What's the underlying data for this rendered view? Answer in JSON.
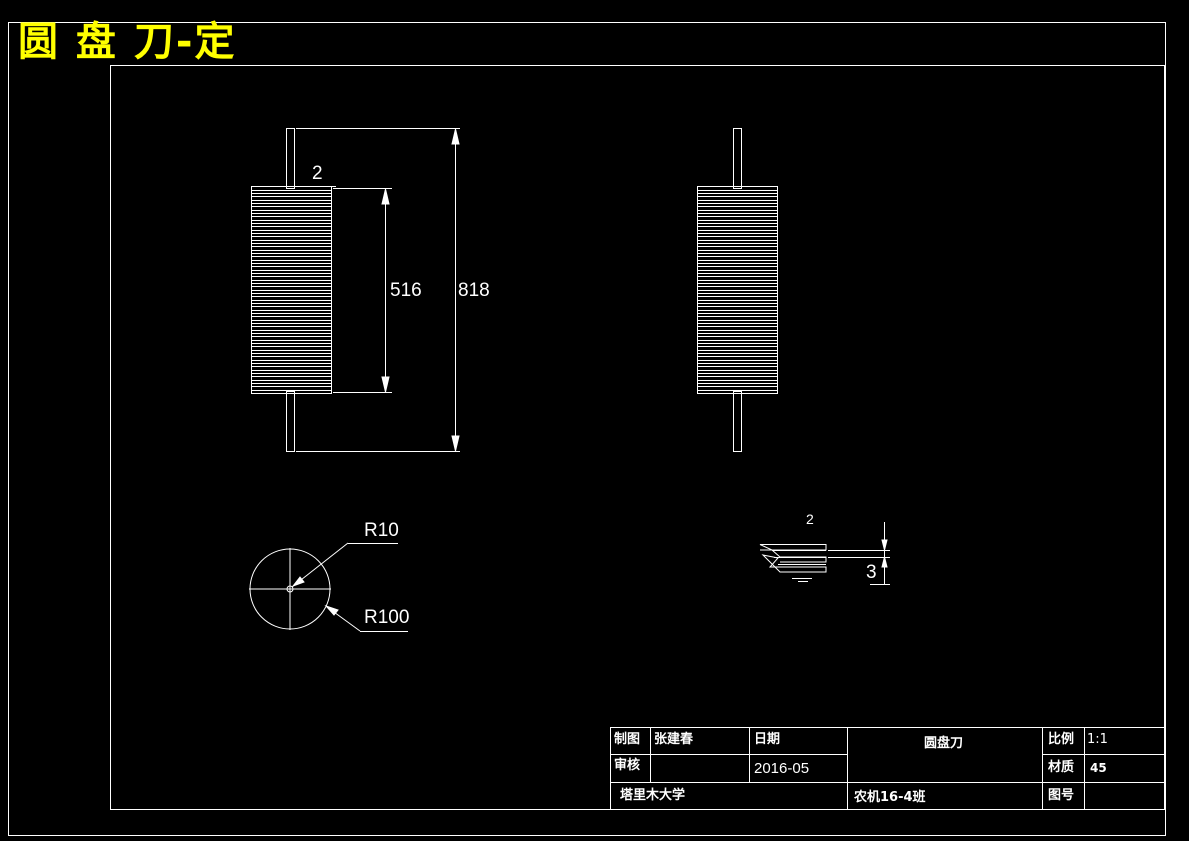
{
  "drawing": {
    "title": "圆 盘 刀-定",
    "dimensions": {
      "top_gap": "2",
      "body_height": "516",
      "overall_height": "818",
      "radius_small": "R10",
      "radius_large": "R100",
      "section_width": "2",
      "section_height": "3"
    }
  },
  "title_block": {
    "drawn_by_label": "制图",
    "drawn_by": "张建春",
    "date_label": "日期",
    "date": "2016-05",
    "part_name": "圆盘刀",
    "scale_label": "比例",
    "scale": "1:1",
    "reviewed_label": "审核",
    "material_label": "材质",
    "material": "45",
    "school": "塔里木大学",
    "class": "农机16-4班",
    "drawing_no_label": "图号"
  },
  "colors": {
    "background": "#000000",
    "lines": "#ffffff",
    "title": "#ffff00"
  }
}
